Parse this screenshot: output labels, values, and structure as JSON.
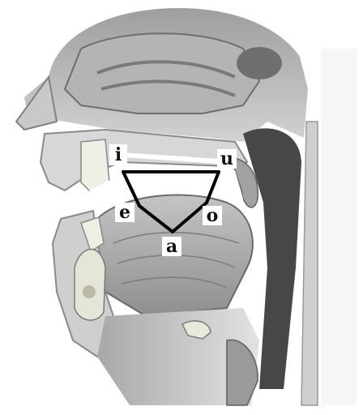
{
  "diagram": {
    "vowels": {
      "i": "i",
      "u": "u",
      "e": "e",
      "o": "o",
      "a": "a"
    },
    "colors": {
      "background": "#ffffff",
      "tissue_light": "#dcdcdc",
      "tissue_mid": "#b9b9b9",
      "tissue_dark": "#7d7d7d",
      "bone": "#efefe6",
      "cavity": "#3a3a3a",
      "line": "#000000",
      "label_box": "#ffffff"
    }
  }
}
